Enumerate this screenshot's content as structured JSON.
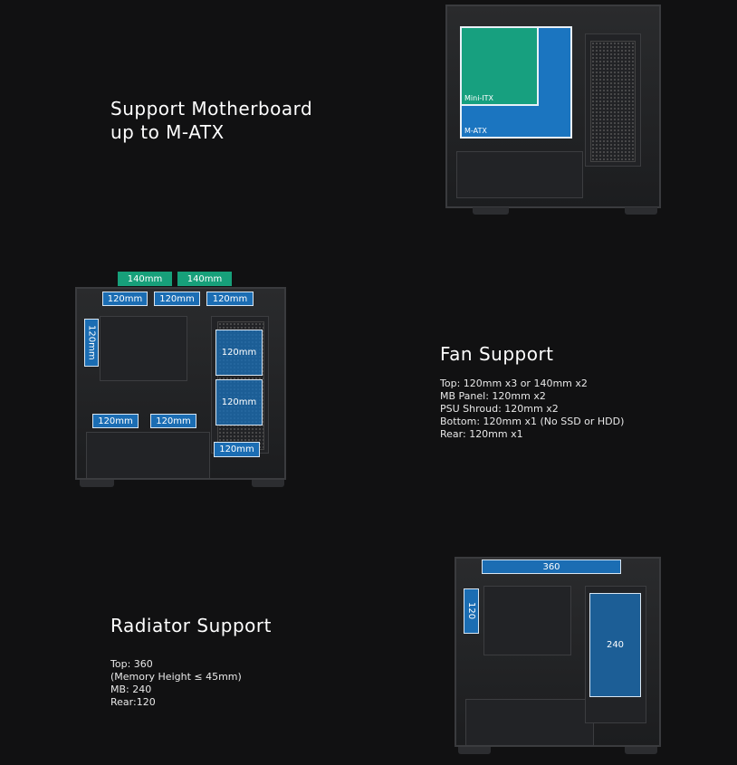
{
  "motherboard": {
    "title_line1": "Support Motherboard",
    "title_line2": "up to M-ATX",
    "labels": {
      "mini_itx": "Mini-ITX",
      "m_atx": "M-ATX"
    }
  },
  "fan": {
    "title": "Fan Support",
    "lines": [
      "Top: 120mm x3 or 140mm x2",
      "MB Panel: 120mm x2",
      "PSU Shroud: 120mm x2",
      "Bottom: 120mm x1 (No SSD or HDD)",
      "Rear: 120mm x1"
    ],
    "labels": {
      "top140": "140mm",
      "top120": "120mm",
      "rear": "120mm",
      "mb": "120mm",
      "shroud": "120mm",
      "bottom": "120mm"
    }
  },
  "radiator": {
    "title": "Radiator Support",
    "lines": [
      "Top: 360",
      "(Memory Height ≤ 45mm)",
      "MB: 240",
      "Rear:120"
    ],
    "labels": {
      "top": "360",
      "rear": "120",
      "mb": "240"
    }
  },
  "colors": {
    "blue": "#1b6db3",
    "green": "#17a07a",
    "background": "#111112"
  }
}
